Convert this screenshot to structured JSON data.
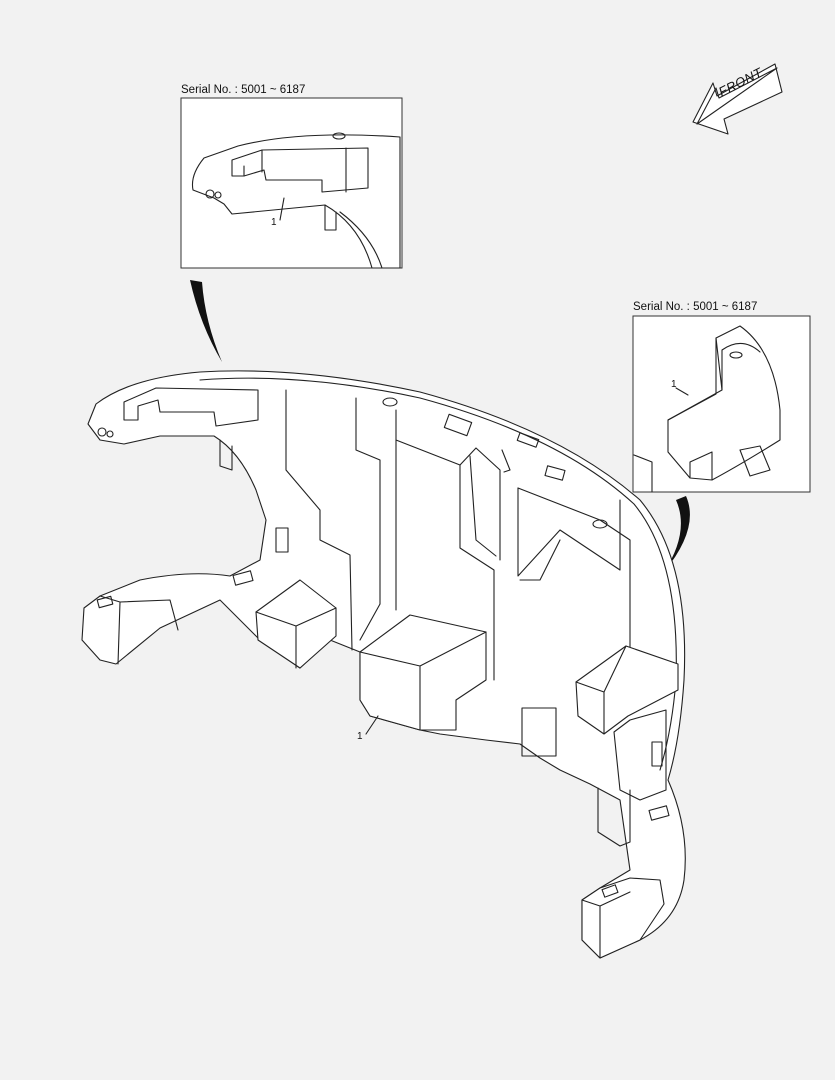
{
  "inset_top": {
    "serial_label": "Serial No. : 5001 ~ 6187",
    "part_number": "1"
  },
  "inset_right": {
    "serial_label": "Serial No. : 5001 ~ 6187",
    "part_number": "1"
  },
  "main": {
    "part_number": "1"
  },
  "front_arrow": {
    "label": "FRONT"
  }
}
